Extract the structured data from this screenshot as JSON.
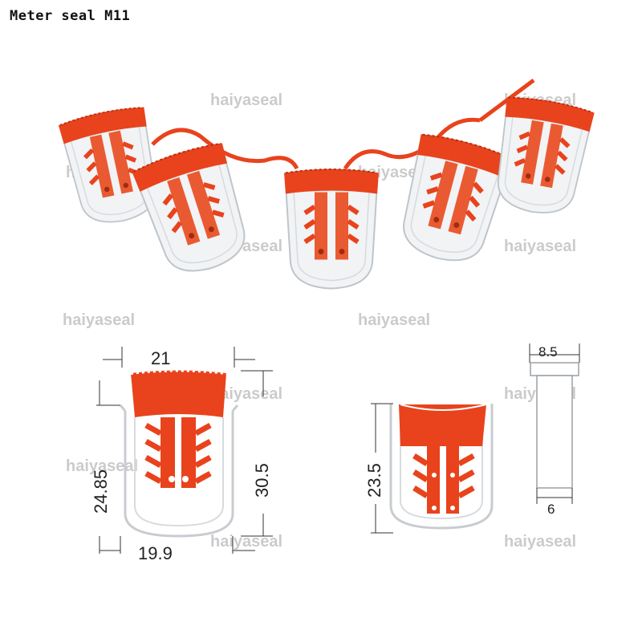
{
  "title": "Meter seal M11",
  "watermark": "haiyaseal",
  "colors": {
    "seal_red": "#e8431d",
    "body_clear": "#eef0f2",
    "outline": "#b9bec4"
  },
  "drawing_front": {
    "width_top": "21",
    "width_bottom": "19.9",
    "height_body": "24.85",
    "height_total": "30.5"
  },
  "drawing_section": {
    "height": "23.5"
  },
  "drawing_pin": {
    "head_width": "8.5",
    "shank_width": "6"
  }
}
